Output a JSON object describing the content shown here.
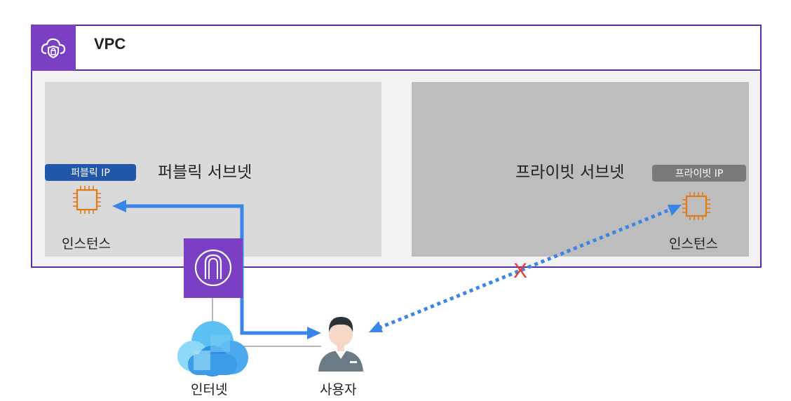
{
  "vpc": {
    "title": "VPC"
  },
  "public_subnet": {
    "label": "퍼블릭 서브넷",
    "ip_badge": "퍼블릭 IP",
    "instance_label": "인스턴스"
  },
  "private_subnet": {
    "label": "프라이빗 서브넷",
    "ip_badge": "프라이빗 IP",
    "instance_label": "인스턴스"
  },
  "internet": {
    "label": "인터넷"
  },
  "user": {
    "label": "사용자"
  },
  "blocked_marker": "X",
  "colors": {
    "vpc_border": "#5a2ea6",
    "gateway": "#7b3fc4",
    "route_arrow": "#3a86e8",
    "blocked": "#e63c2e",
    "instance": "#e07b1a"
  }
}
